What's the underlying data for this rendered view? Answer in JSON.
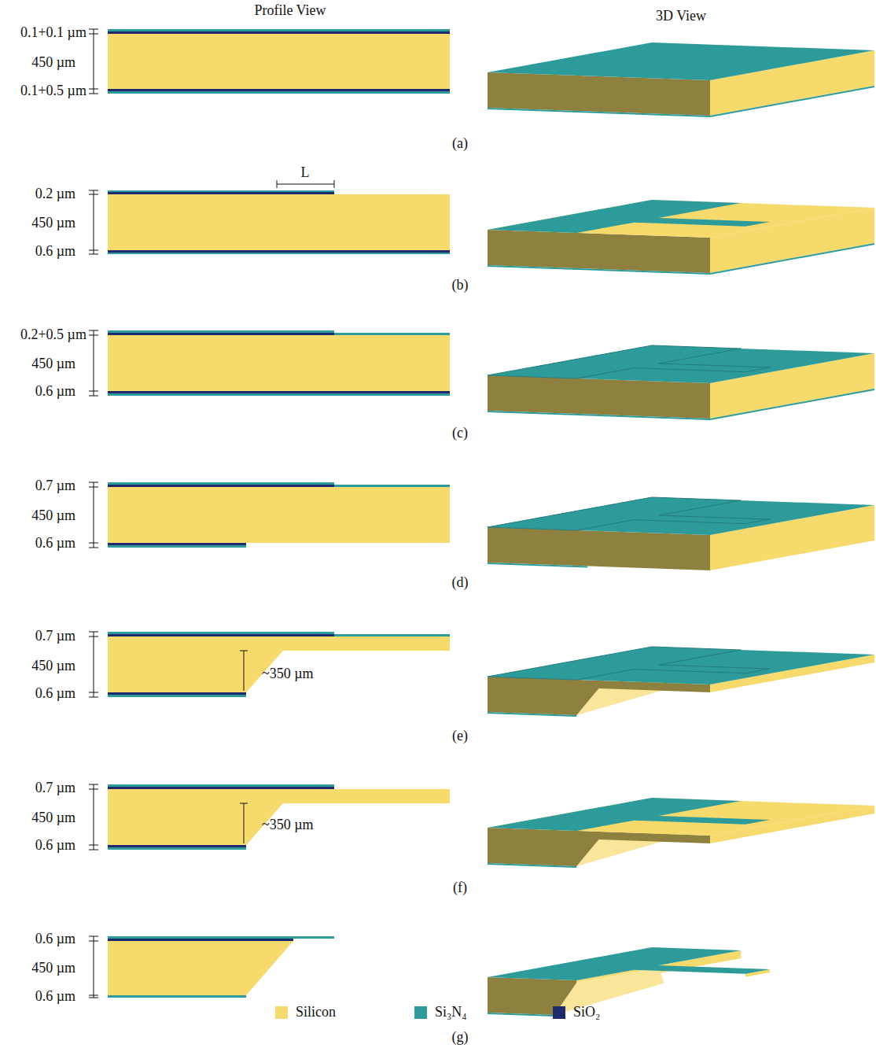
{
  "diagram": {
    "labels": [
      "Profile View",
      "3D View",
      "0.1+0.1 µm",
      "450 µm",
      "0.1+0.5 µm",
      "(a)",
      "L",
      "0.2 µm",
      "450 µm",
      "0.6 µm",
      "(b)",
      "0.2+0.5 µm",
      "450 µm",
      "0.6 µm",
      "(c)",
      "0.7 µm",
      "450 µm",
      "0.6 µm",
      "(d)",
      "0.7 µm",
      "450 µm",
      "0.6 µm",
      "~350 µm",
      "(e)",
      "0.7 µm",
      "450 µm",
      "0.6 µm",
      "~350 µm",
      "(f)",
      "0.6 µm",
      "450 µm",
      "0.6 µm",
      "(g)"
    ],
    "legend": [
      {
        "text": "Silicon",
        "color": "#f6da6c"
      },
      {
        "text": "Si₃N₄",
        "color": "#2e9b9b"
      },
      {
        "text": "SiO₂",
        "color": "#1f2a6e"
      }
    ]
  }
}
